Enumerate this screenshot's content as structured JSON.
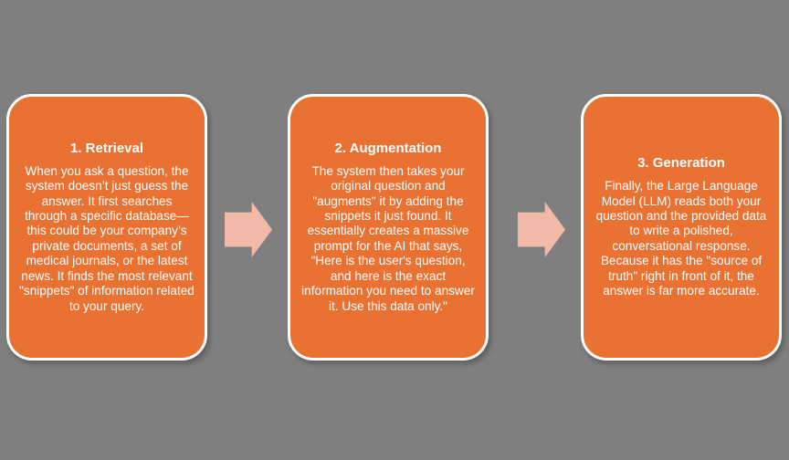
{
  "colors": {
    "background": "#7F7F7F",
    "card_fill": "#E97132",
    "card_border": "#FFFFFF",
    "arrow_fill": "#F2B9A8",
    "text": "#FFFFFF"
  },
  "cards": [
    {
      "id": "retrieval",
      "title": "1. Retrieval",
      "body": "When you ask a question, the system doesn’t just guess the answer. It first searches through a specific database—this could be your company’s private documents, a set of medical journals, or the latest news. It finds the most relevant \"snippets\" of information related to your query."
    },
    {
      "id": "augmentation",
      "title": "2. Augmentation",
      "body": "The system then takes your original question and \"augments\" it by adding the snippets it just found. It essentially creates a massive prompt for the AI that says, \"Here is the user's question, and here is the exact information you need to answer it. Use this data only.\""
    },
    {
      "id": "generation",
      "title": "3. Generation",
      "body": "Finally, the Large Language Model (LLM) reads both your question and the provided data to write a polished, conversational response. Because it has the \"source of truth\" right in front of it, the answer is far more accurate."
    }
  ],
  "arrows": [
    {
      "icon": "right-arrow-icon"
    },
    {
      "icon": "right-arrow-icon"
    }
  ]
}
